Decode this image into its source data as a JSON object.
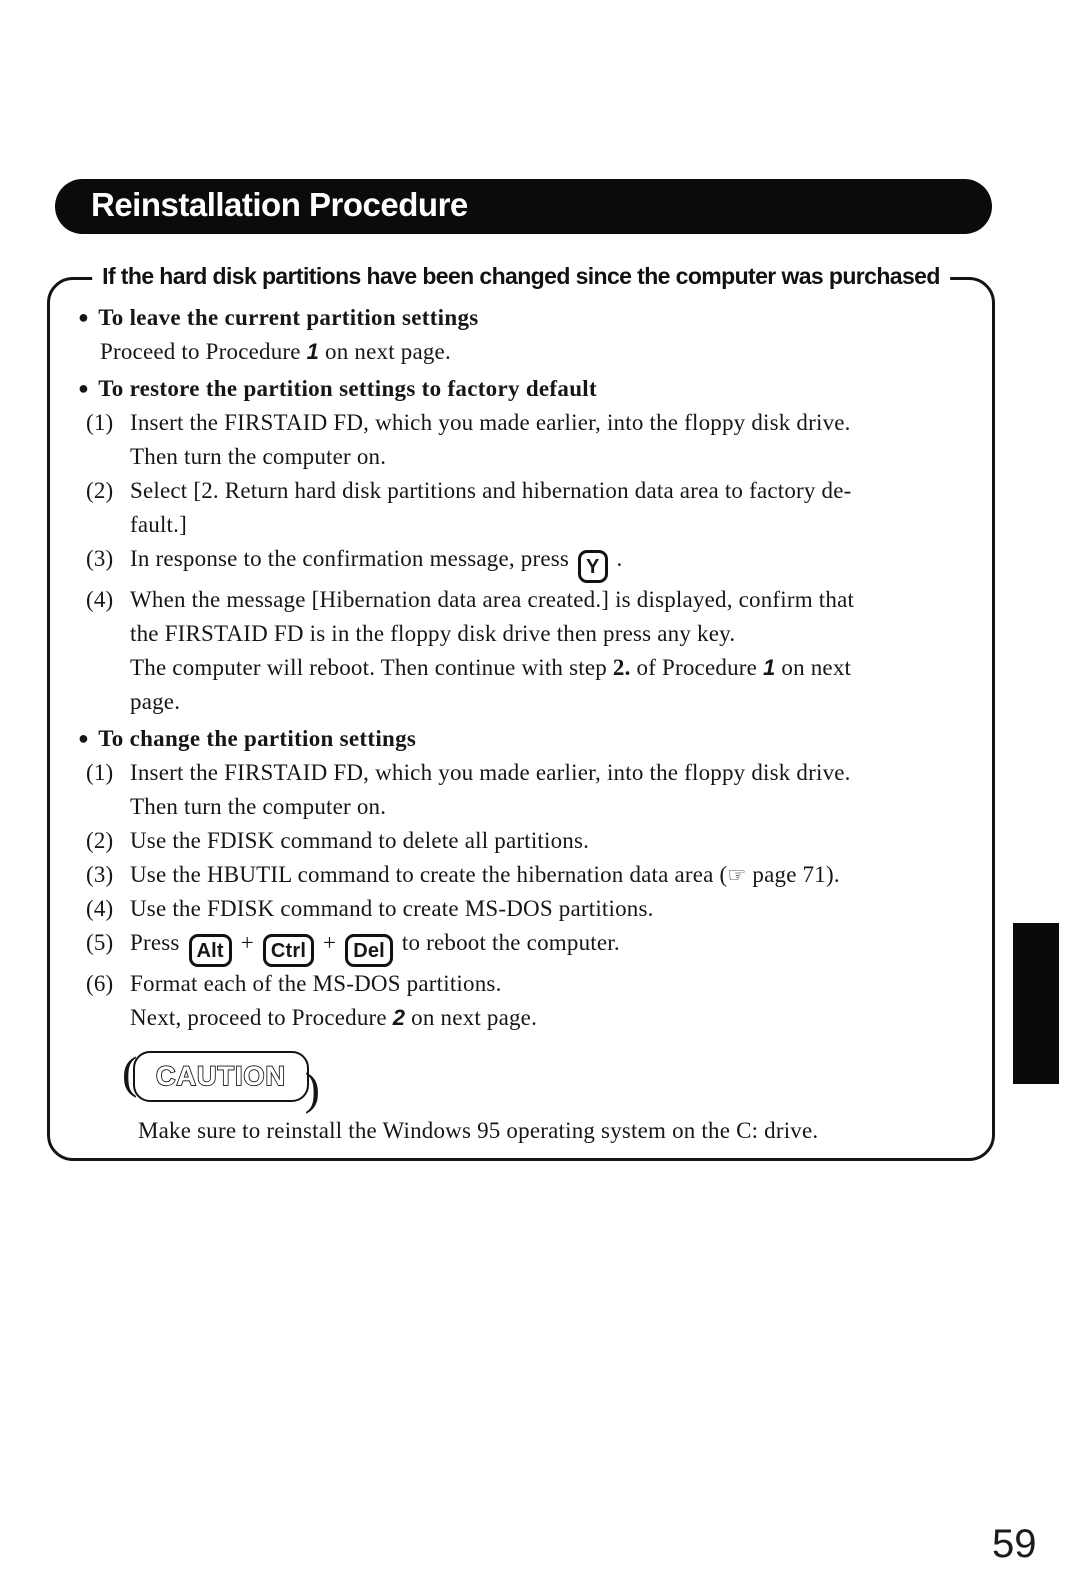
{
  "page": {
    "number": "59"
  },
  "colors": {
    "paper": "#ffffff",
    "ink": "#141414",
    "banner_bg": "#0b0b0b",
    "banner_text": "#ffffff"
  },
  "banner": {
    "title": "Reinstallation Procedure"
  },
  "box": {
    "title": "If the hard disk partitions have been changed since the computer was purchased",
    "bullet_icon": "●",
    "sections": [
      {
        "heading": "To leave the current partition settings",
        "intro": [
          {
            "t": "text",
            "v": "Proceed to Procedure "
          },
          {
            "t": "bi",
            "v": "1"
          },
          {
            "t": "text",
            "v": " on next page."
          }
        ],
        "steps": []
      },
      {
        "heading": "To restore the partition settings to factory default",
        "steps": [
          {
            "num": "(1)",
            "segs": [
              {
                "t": "text",
                "v": "Insert the FIRSTAID FD, which you made earlier, into the floppy disk drive."
              },
              {
                "t": "br"
              },
              {
                "t": "text",
                "v": "Then turn the computer on."
              }
            ]
          },
          {
            "num": "(2)",
            "segs": [
              {
                "t": "text",
                "v": "Select [2. Return hard disk partitions and hibernation data area to factory de-"
              },
              {
                "t": "br"
              },
              {
                "t": "text",
                "v": "fault.]"
              }
            ]
          },
          {
            "num": "(3)",
            "segs": [
              {
                "t": "text",
                "v": "In response to the confirmation message, press "
              },
              {
                "t": "key",
                "v": "Y"
              },
              {
                "t": "text",
                "v": " ."
              }
            ]
          },
          {
            "num": "(4)",
            "segs": [
              {
                "t": "text",
                "v": "When the message [Hibernation data area created.] is displayed, confirm that"
              },
              {
                "t": "br"
              },
              {
                "t": "text",
                "v": "the FIRSTAID FD is in the floppy disk drive then press any key."
              },
              {
                "t": "br"
              },
              {
                "t": "text",
                "v": "The computer will reboot. Then continue with step "
              },
              {
                "t": "b",
                "v": "2."
              },
              {
                "t": "text",
                "v": " of Procedure "
              },
              {
                "t": "bi",
                "v": "1"
              },
              {
                "t": "text",
                "v": " on next"
              },
              {
                "t": "br"
              },
              {
                "t": "text",
                "v": "page."
              }
            ]
          }
        ]
      },
      {
        "heading": "To change the partition settings",
        "steps": [
          {
            "num": "(1)",
            "segs": [
              {
                "t": "text",
                "v": "Insert the FIRSTAID FD, which you made earlier, into the floppy disk drive."
              },
              {
                "t": "br"
              },
              {
                "t": "text",
                "v": "Then turn the computer on."
              }
            ]
          },
          {
            "num": "(2)",
            "segs": [
              {
                "t": "text",
                "v": "Use the FDISK command to delete all partitions."
              }
            ]
          },
          {
            "num": "(3)",
            "segs": [
              {
                "t": "text",
                "v": "Use the HBUTIL command to create the hibernation data area ("
              },
              {
                "t": "hand",
                "v": "☞"
              },
              {
                "t": "text",
                "v": " page 71)."
              }
            ]
          },
          {
            "num": "(4)",
            "segs": [
              {
                "t": "text",
                "v": "Use the FDISK command to create MS-DOS partitions."
              }
            ]
          },
          {
            "num": "(5)",
            "segs": [
              {
                "t": "text",
                "v": "Press "
              },
              {
                "t": "key",
                "v": "Alt"
              },
              {
                "t": "text",
                "v": " + "
              },
              {
                "t": "key",
                "v": "Ctrl"
              },
              {
                "t": "text",
                "v": " + "
              },
              {
                "t": "key",
                "v": "Del"
              },
              {
                "t": "text",
                "v": " to reboot the computer."
              }
            ]
          },
          {
            "num": "(6)",
            "segs": [
              {
                "t": "text",
                "v": "Format each of the MS-DOS partitions."
              },
              {
                "t": "br"
              },
              {
                "t": "text",
                "v": "Next, proceed to Procedure "
              },
              {
                "t": "bi",
                "v": "2"
              },
              {
                "t": "text",
                "v": " on next page."
              }
            ]
          }
        ]
      }
    ],
    "caution": {
      "label": "CAUTION",
      "deco_left": "(",
      "deco_right": ")",
      "text": "Make sure to reinstall the Windows 95 operating system on the C: drive."
    }
  }
}
